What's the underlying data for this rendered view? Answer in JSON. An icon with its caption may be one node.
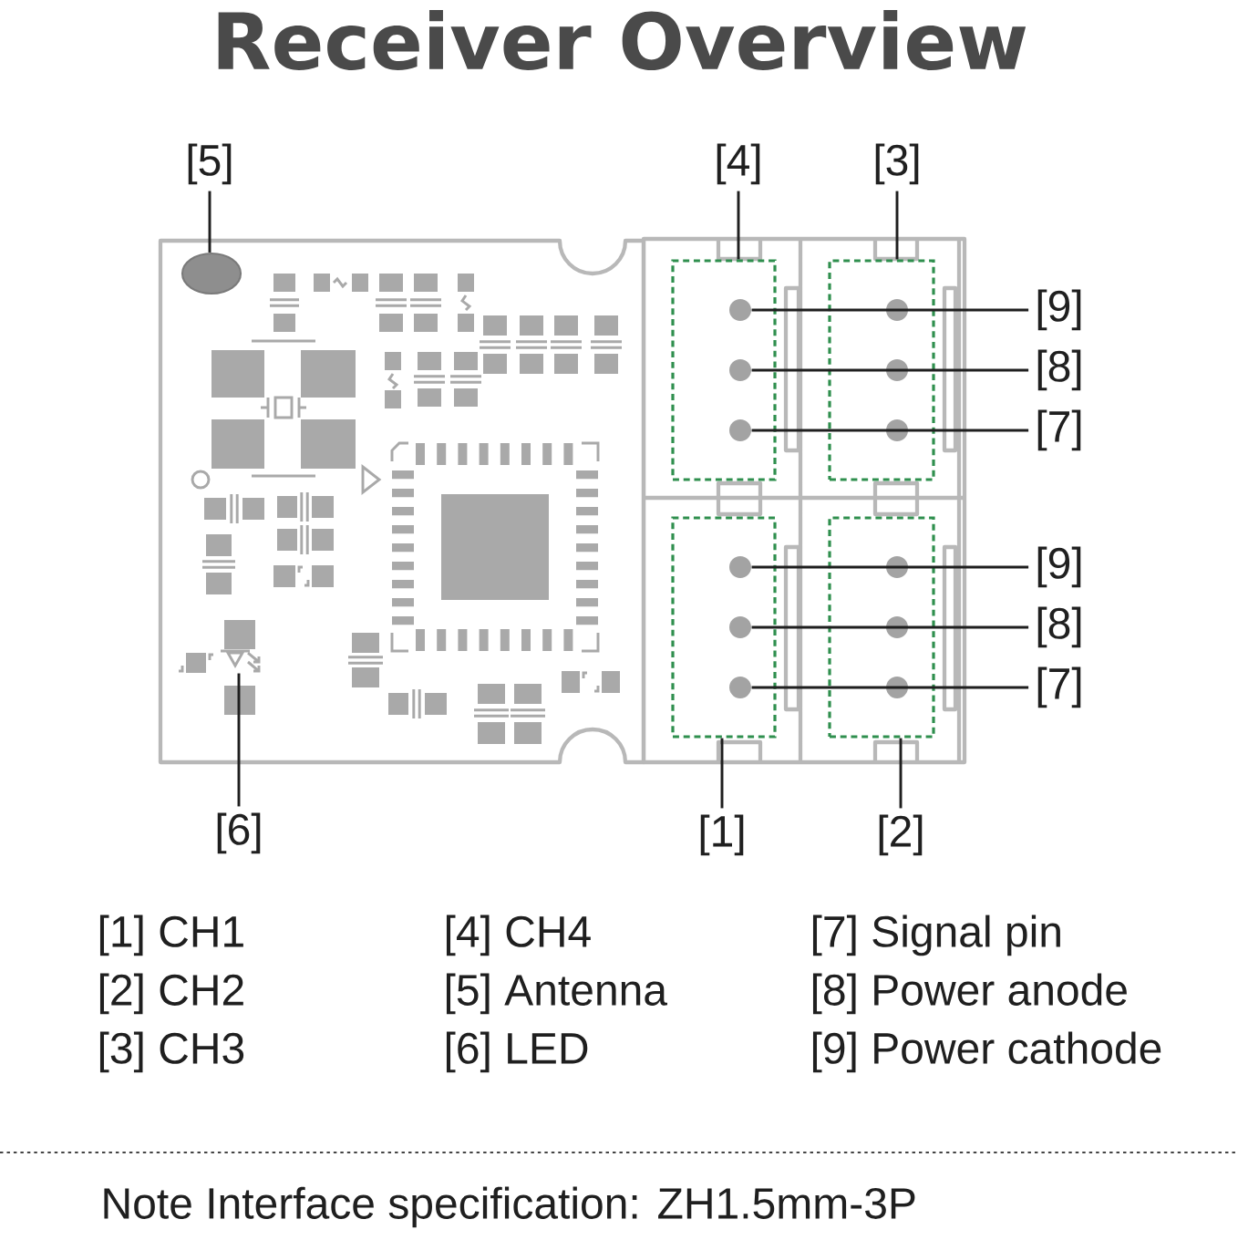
{
  "diagram": {
    "title": "Receiver Overview",
    "nodes": [
      {
        "text": [
          "[5]"
        ]
      },
      {
        "text": [],
        "shape": "ellipse"
      },
      {
        "text": [
          "[4]"
        ]
      },
      {
        "text": [
          "[3]"
        ]
      },
      {
        "text": [],
        "shape": "box"
      },
      {
        "text": [],
        "shape": "circle",
        "in": 4
      },
      {
        "text": [],
        "shape": "circle",
        "in": 4
      },
      {
        "text": [],
        "shape": "circle",
        "in": 4
      },
      {
        "text": [],
        "shape": "box"
      },
      {
        "text": [
          "[9]"
        ]
      },
      {
        "text": [
          "[8]"
        ]
      },
      {
        "text": [
          "[7]"
        ]
      },
      {
        "text": [],
        "shape": "box"
      },
      {
        "text": [],
        "shape": "circle",
        "in": 12
      },
      {
        "text": [],
        "shape": "circle",
        "in": 12
      },
      {
        "text": [],
        "shape": "circle",
        "in": 12
      },
      {
        "text": [],
        "shape": "box"
      },
      {
        "text": [
          "[9]"
        ]
      },
      {
        "text": [
          "[8]"
        ]
      },
      {
        "text": [
          "[7]"
        ]
      },
      {
        "text": [],
        "shape": "picture"
      },
      {
        "text": [
          "[6]"
        ]
      },
      {
        "text": [
          "[1]"
        ]
      },
      {
        "text": [
          "[2]"
        ]
      }
    ],
    "edges": [
      {
        "from": 0,
        "to": 1,
        "arrow": "none"
      },
      {
        "from": 2,
        "to": 4,
        "arrow": "none"
      },
      {
        "from": 3,
        "to": 8,
        "arrow": "none"
      },
      {
        "from": 9,
        "to": 5,
        "arrow": "none"
      },
      {
        "from": 10,
        "to": 6,
        "arrow": "none"
      },
      {
        "from": 11,
        "to": 7,
        "arrow": "none"
      },
      {
        "from": 17,
        "to": 13,
        "arrow": "none"
      },
      {
        "from": 18,
        "to": 14,
        "arrow": "none"
      },
      {
        "from": 19,
        "to": 15,
        "arrow": "none"
      },
      {
        "from": 21,
        "to": 20,
        "arrow": "none"
      },
      {
        "from": 22,
        "to": 12,
        "arrow": "none"
      },
      {
        "from": 23,
        "to": 16,
        "arrow": "none"
      }
    ],
    "labels": [
      "[1] CH1",
      "[4] CH4",
      "[7] Signal pin",
      "[2] CH2",
      "[5] Antenna",
      "[8] Power anode",
      "[3] CH3",
      "[6] LED",
      "[9] Power cathode",
      "Note Interface specification: ZH1.5mm-3P"
    ]
  }
}
